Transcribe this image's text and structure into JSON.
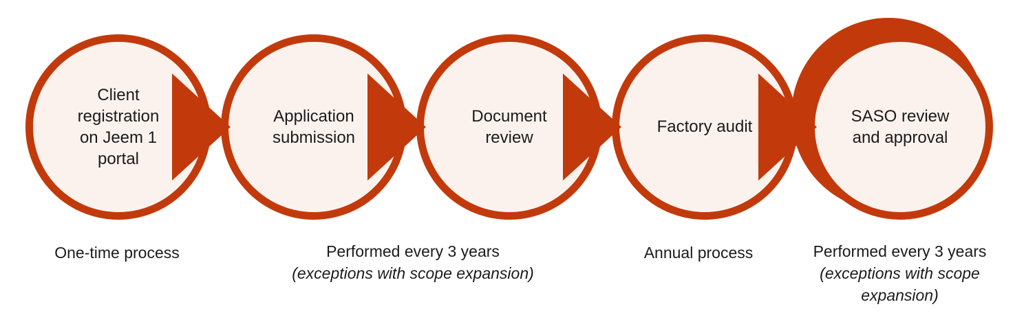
{
  "colors": {
    "accent": "#C23A0B",
    "circle_fill": "#FBF2EE",
    "text": "#1B1B1B",
    "background": "#FFFFFF"
  },
  "steps": [
    {
      "label": "Client registration on Jeem 1 portal"
    },
    {
      "label": "Application submission"
    },
    {
      "label": "Document review"
    },
    {
      "label": "Factory audit"
    },
    {
      "label": "SASO review and approval"
    }
  ],
  "notes": [
    {
      "text": "One-time process"
    },
    {
      "text": "Performed every 3 years",
      "sub": "(exceptions with scope expansion)"
    },
    {
      "text": "Annual process"
    },
    {
      "text": "Performed every 3 years",
      "sub": "(exceptions with scope expansion)"
    }
  ]
}
